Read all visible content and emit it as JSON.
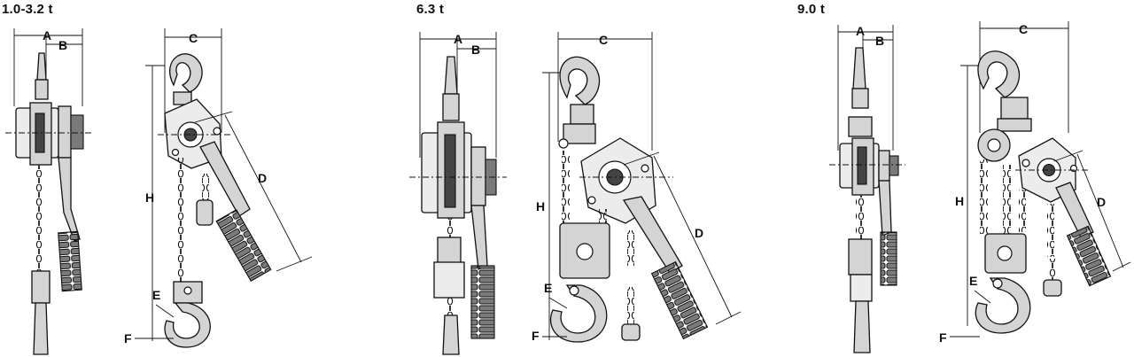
{
  "captions": {
    "small": "1.0-3.2 t",
    "medium": "6.3 t",
    "large": "9.0 t"
  },
  "dimension_labels": {
    "a": "A",
    "b": "B",
    "c": "C",
    "d": "D",
    "e": "E",
    "f": "F",
    "h": "H"
  }
}
